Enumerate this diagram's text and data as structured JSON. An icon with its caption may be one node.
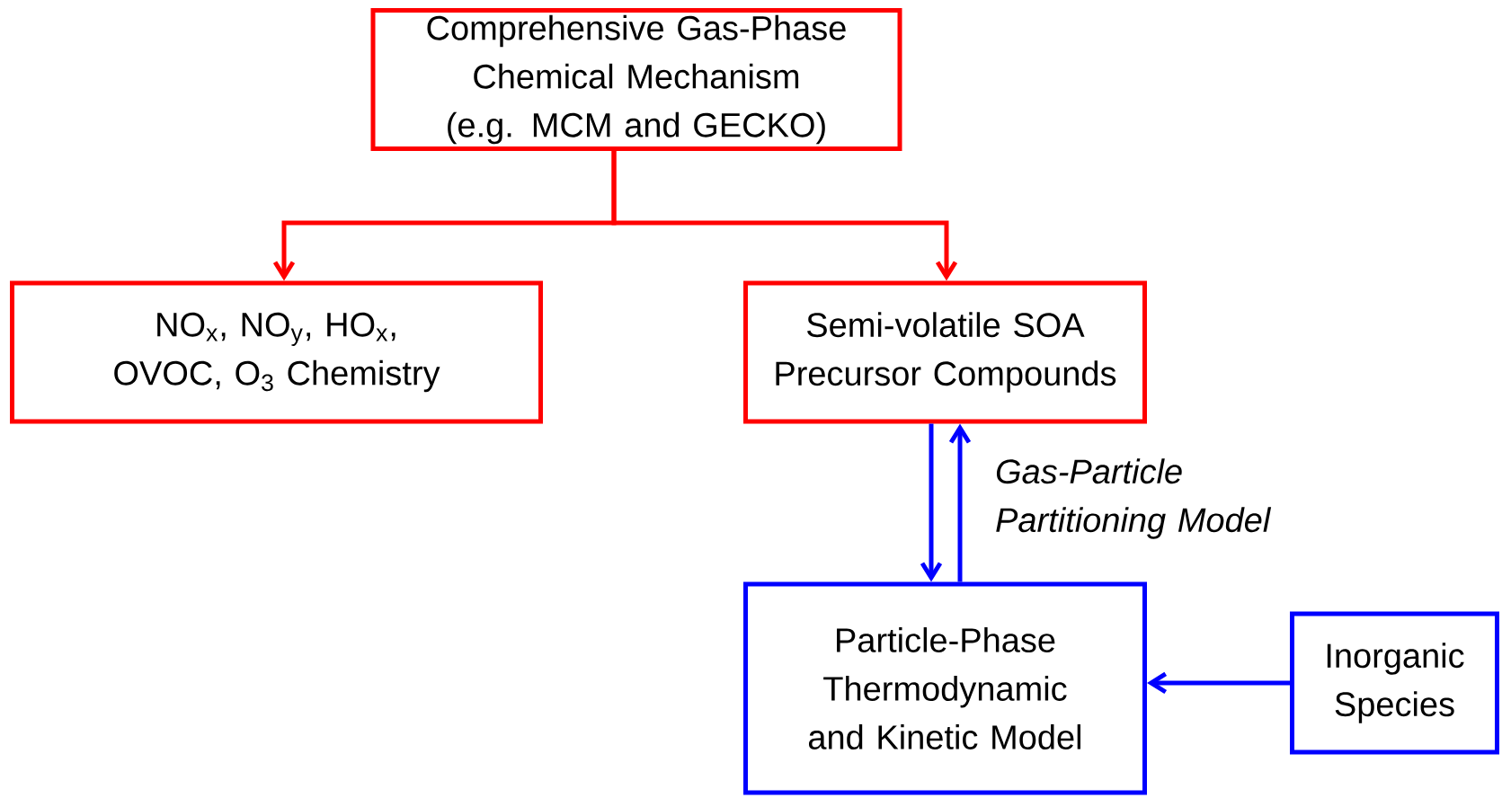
{
  "diagram": {
    "nodes": [
      {
        "text": [
          "Comprehensive Gas-Phase Chemical Mechanism (e.g. MCM and GECKO)"
        ]
      },
      {
        "text": [
          "NO$_{x}$, NO$_{y}$, HO$_{x}$, OVOC, O$_{3}$ Chemistry"
        ]
      },
      {
        "text": [
          "Semi-volatile SOA Precursor Compounds"
        ]
      },
      {
        "text": [
          "Particle-Phase Thermodynamic and Kinetic Model"
        ]
      },
      {
        "text": [
          "Inorganic Species"
        ]
      }
    ],
    "edges": [
      {
        "from": 0,
        "to": 1,
        "arrow": "to",
        "color": "#ff0000"
      },
      {
        "from": 0,
        "to": 2,
        "arrow": "to",
        "color": "#ff0000"
      },
      {
        "from": 2,
        "to": 3,
        "arrow": "to"
      },
      {
        "from": 3,
        "to": 2,
        "arrow": "to",
        "label": "Gas-Particle Partitioning Model"
      },
      {
        "from": 4,
        "to": 3,
        "arrow": "to"
      }
    ]
  }
}
